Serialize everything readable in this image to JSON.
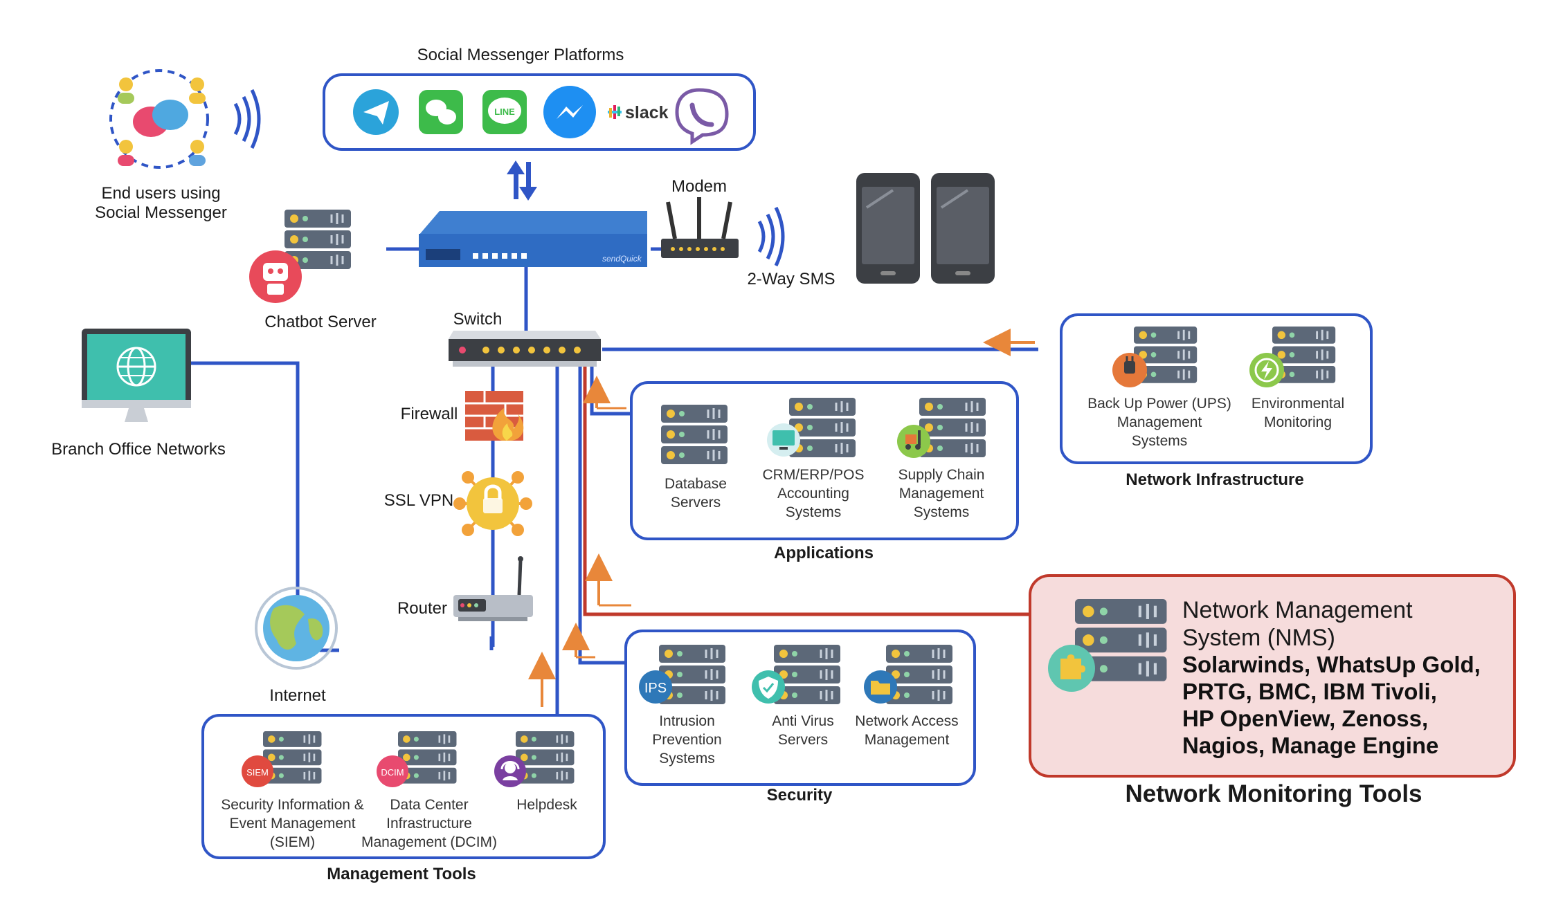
{
  "social": {
    "title": "Social Messenger Platforms",
    "end_users": [
      "End users using",
      "Social Messenger"
    ],
    "slack_label": "slack",
    "line_label": "LINE"
  },
  "devices": {
    "modem": "Modem",
    "sms": "2-Way SMS",
    "chatbot": "Chatbot Server",
    "switch": "Switch",
    "firewall": "Firewall",
    "ssl_vpn": "SSL VPN",
    "router": "Router",
    "internet": "Internet",
    "branch": "Branch Office Networks"
  },
  "applications": {
    "title": "Applications",
    "items": [
      [
        "Database",
        "Servers"
      ],
      [
        "CRM/ERP/POS",
        "Accounting",
        "Systems"
      ],
      [
        "Supply Chain",
        "Management",
        "Systems"
      ]
    ]
  },
  "infrastructure": {
    "title": "Network Infrastructure",
    "items": [
      [
        "Back Up Power (UPS)",
        "Management",
        "Systems"
      ],
      [
        "Environmental",
        "Monitoring"
      ]
    ]
  },
  "security": {
    "title": "Security",
    "ips_badge": "IPS",
    "items": [
      [
        "Intrusion",
        "Prevention",
        "Systems"
      ],
      [
        "Anti Virus",
        "Servers"
      ],
      [
        "Network Access",
        "Management"
      ]
    ]
  },
  "management": {
    "title": "Management Tools",
    "siem_badge": "SIEM",
    "dcim_badge": "DCIM",
    "items": [
      [
        "Security Information &",
        "Event Management",
        "(SIEM)"
      ],
      [
        "Data Center",
        "Infrastructure",
        "Management (DCIM)"
      ],
      [
        "Helpdesk"
      ]
    ]
  },
  "nms": {
    "title_lines": [
      "Network Management",
      "System (NMS)"
    ],
    "tools_lines": [
      "Solarwinds, WhatsUp Gold,",
      "PRTG, BMC, IBM Tivoli,",
      "HP OpenView, Zenoss,",
      "Nagios, Manage Engine"
    ],
    "caption": "Network Monitoring Tools"
  },
  "colors": {
    "blue_line": "#2f55c6",
    "red_line": "#c0392b",
    "orange_arrow": "#e8873a",
    "box_border": "#2f55c6",
    "nms_fill": "#f6dcdc",
    "nms_border": "#c0392b",
    "server": "#5c6878",
    "server_dot": "#f2c43d",
    "screen_teal": "#3fbfad"
  }
}
